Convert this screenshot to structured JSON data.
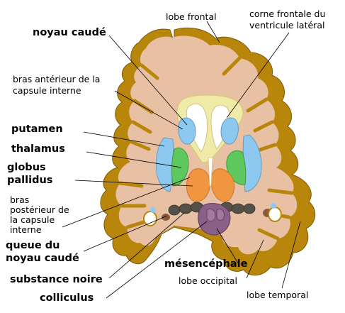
{
  "labels": {
    "lobe_frontal": "lobe frontal",
    "corne_1": "corne frontale du",
    "corne_2": "ventricule latéral",
    "noyau_caude": "noyau caudé",
    "bras_ant_1": "bras antérieur de la",
    "bras_ant_2": "capsule interne",
    "putamen": "putamen",
    "thalamus": "thalamus",
    "globus_1": "globus",
    "globus_2": "pallidus",
    "bras_post_1": "bras",
    "bras_post_2": "postérieur de",
    "bras_post_3": "la capsule",
    "bras_post_4": "interne",
    "queue_1": "queue du",
    "queue_2": "noyau caudé",
    "substance_noire": "substance noire",
    "colliculus": "colliculus",
    "mesencephale": "mésencéphale",
    "lobe_occipital": "lobe occipital",
    "lobe_temporal": "lobe temporal"
  },
  "colors": {
    "cortex": "#b8860b",
    "white_matter": "#e8c0a4",
    "ventricle": "#ffffff",
    "ventricle_yellow": "#f0eaa8",
    "putamen": "#8cc8f0",
    "thalamus": "#5ec85e",
    "globus": "#f09640",
    "midbrain": "#8a6088",
    "substantia": "#555048",
    "tail_nucleus": "#8a5a3a"
  }
}
